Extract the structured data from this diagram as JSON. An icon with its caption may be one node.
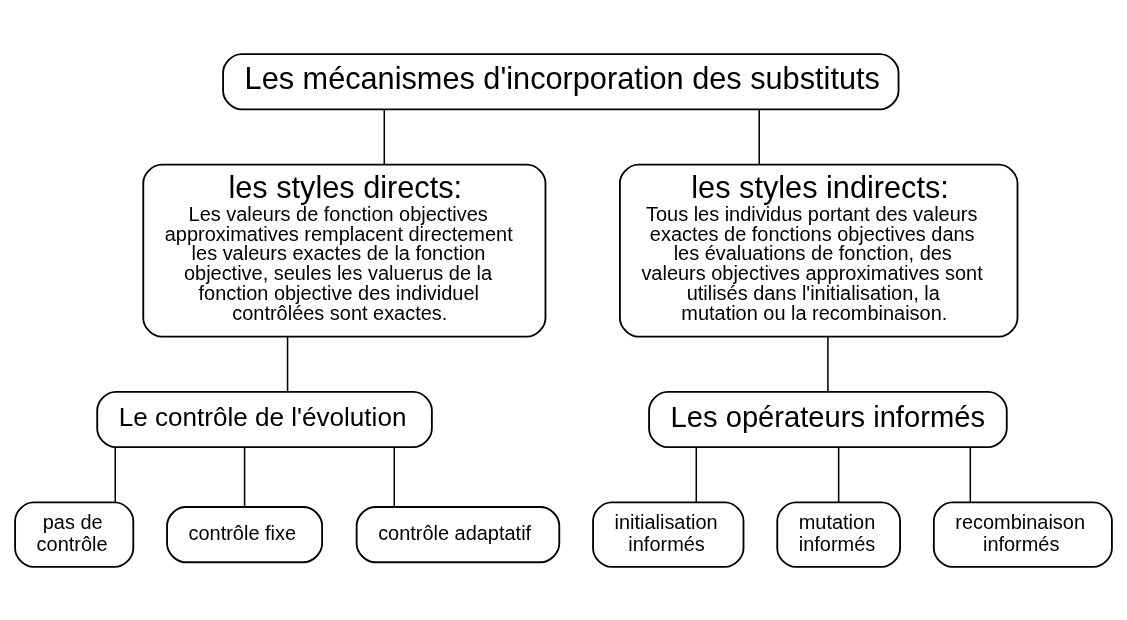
{
  "diagram": {
    "nodes": [
      {
        "text": [
          "Les mécanismes d'incorporation des substituts"
        ]
      },
      {
        "text": [
          "les styles directs:",
          "Les valeurs de fonction objectives approximatives remplacent directement les valeurs exactes de la fonction objective, seules les valuerus de la fonction objective des individuel contrôlées sont exactes."
        ]
      },
      {
        "text": [
          "les styles indirects:",
          "Tous les individus portant des valeurs exactes de fonctions objectives dans les évaluations de fonction, des valeurs objectives approximatives sont utilisés dans l'initialisation, la mutation ou la recombinaison."
        ]
      },
      {
        "text": [
          "Le contrôle de l'évolution"
        ]
      },
      {
        "text": [
          "Les opérateurs informés"
        ]
      },
      {
        "text": [
          "pas de contrôle"
        ]
      },
      {
        "text": [
          "contrôle fixe"
        ]
      },
      {
        "text": [
          "contrôle adaptatif"
        ]
      },
      {
        "text": [
          "initialisation informés"
        ]
      },
      {
        "text": [
          "mutation informés"
        ]
      },
      {
        "text": [
          "recombinaison informés"
        ]
      }
    ],
    "edges": [
      {
        "from": 0,
        "to": 1,
        "arrow": "none"
      },
      {
        "from": 0,
        "to": 2,
        "arrow": "none"
      },
      {
        "from": 1,
        "to": 3,
        "arrow": "none"
      },
      {
        "from": 2,
        "to": 4,
        "arrow": "none"
      },
      {
        "from": 3,
        "to": 5,
        "arrow": "none"
      },
      {
        "from": 3,
        "to": 6,
        "arrow": "none"
      },
      {
        "from": 3,
        "to": 7,
        "arrow": "none"
      },
      {
        "from": 4,
        "to": 8,
        "arrow": "none"
      },
      {
        "from": 4,
        "to": 9,
        "arrow": "none"
      },
      {
        "from": 4,
        "to": 10,
        "arrow": "none"
      }
    ]
  }
}
